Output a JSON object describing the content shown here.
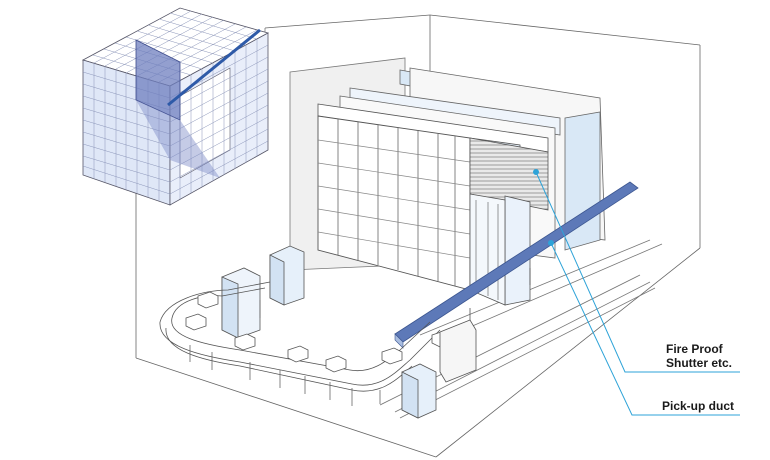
{
  "labels": {
    "fire_shutter_line1": "Fire Proof",
    "fire_shutter_line2": "Shutter etc.",
    "pickup_duct": "Pick-up duct"
  },
  "colors": {
    "outline": "#555555",
    "panel_fill": "#f2f2f2",
    "rack_fill": "#ffffff",
    "rack_light_blue": "#d9e8f6",
    "duct_blue": "#5d79b8",
    "duct_light": "#a9bde0",
    "grid_face_blue": "#dfe7f7",
    "grid_slab": "#6f7fbf",
    "leader_line": "#2ea3d8"
  }
}
